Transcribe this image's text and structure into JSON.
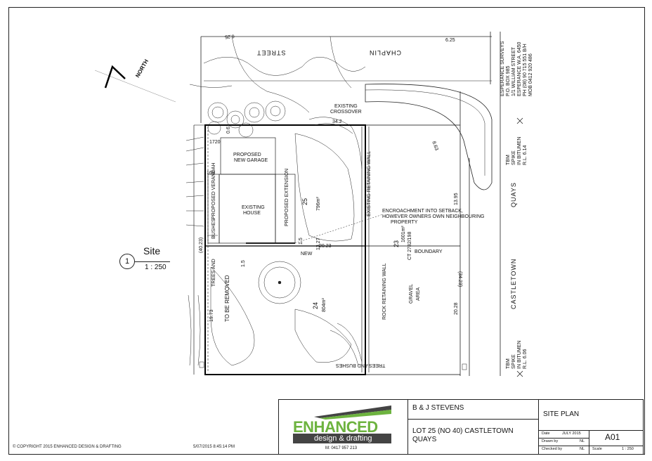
{
  "drawing": {
    "streets": {
      "chaplin_a": "STREET",
      "chaplin_b": "CHAPLIN",
      "castletown_a": "QUAYS",
      "castletown_b": "CASTLETOWN"
    },
    "north_label": "NORTH",
    "dimensions": {
      "d_625a": "6.25",
      "d_625b": "6.25",
      "d_1720": "1720",
      "d_169": "169",
      "d_061": "0.61",
      "d_342": "34.2",
      "d_4023": "(40.23)",
      "d_15a": "1.5",
      "d_15b": "1.5",
      "d_1327": "13.27",
      "d_2023": "20.23",
      "d_1973": "19.73",
      "d_3423": "(34.23)",
      "d_1395": "13.95",
      "d_2028": "20.28",
      "d_863": "8.63"
    },
    "labels": {
      "existing_crossover_1": "EXISTING",
      "existing_crossover_2": "CROSSOVER",
      "proposed_garage_1": "PROPOSED",
      "proposed_garage_2": "NEW GARAGE",
      "existing_house_1": "EXISTING",
      "existing_house_2": "HOUSE",
      "proposed_verandah": "PROPOSED VERANDAH",
      "proposed_extension": "PROPOSED EXTENSION",
      "bushes": "BUSHES",
      "trees_and": "TREES AND",
      "to_be_removed": "TO BE REMOVED",
      "lot25": "25",
      "area25": "796m²",
      "lot24": "24",
      "area24": "804m²",
      "lot23": "23",
      "area23": "1601m²",
      "ct23": "CT 2782/198",
      "new": "NEW",
      "boundary": "BOUNDARY",
      "existing_retaining_wall": "EXISTING RETAINING WALL",
      "rock_retaining_wall": "ROCK RETAINING WALL",
      "encroach_1": "ENCROACHMENT INTO SETBACK,",
      "encroach_2": "HOWEVER OWNERS OWN NEIGHBOURING",
      "encroach_3": "PROPERTY",
      "gravel": "GRAVEL",
      "area": "AREA",
      "trees_bushes_bottom": "TREES AND BUSHES",
      "tbm_top_1": "TBM",
      "tbm_top_2": "SPIKE",
      "tbm_top_3": "IN BITUMEN",
      "tbm_top_4": "R.L. 6.14",
      "tbm_bot_1": "TBM",
      "tbm_bot_2": "SPIKE",
      "tbm_bot_3": "IN BITUMEN",
      "tbm_bot_4": "R.L. 6.06",
      "surveyor_1": "ESPERANCE SURVEYS",
      "surveyor_2": "P.O. BOX 985",
      "surveyor_3": "1/1 WILLIAM STREET",
      "surveyor_4": "ESPERANCE W.A. 6450",
      "surveyor_5": "PH (08) 90 715 551 B/H",
      "surveyor_6": "MOB 0412 920 486"
    },
    "view": {
      "number": "1",
      "title": "Site",
      "scale": "1 : 250"
    }
  },
  "title_block": {
    "logo_top": "ENHANCED",
    "logo_bottom": "design & drafting",
    "phone": "M: 0417 957 213",
    "client": "B & J STEVENS",
    "project_1": "LOT 25 (NO 40) CASTLETOWN",
    "project_2": "QUAYS",
    "sheet_title": "SITE PLAN",
    "date_label": "Date",
    "date_value": "JULY 2015",
    "drawn_label": "Drawn by",
    "drawn_value": "NL",
    "checked_label": "Checked by",
    "checked_value": "NL",
    "scale_label": "Scale",
    "scale_value": "1 : 250",
    "sheet_number": "A01"
  },
  "footer": {
    "copyright": "© COPYRIGHT 2015 ENHANCED DESIGN & DRAFTING",
    "timestamp": "5/07/2015 8:45:14 PM"
  },
  "colors": {
    "logo_green": "#6db33f",
    "logo_dark": "#444444"
  }
}
